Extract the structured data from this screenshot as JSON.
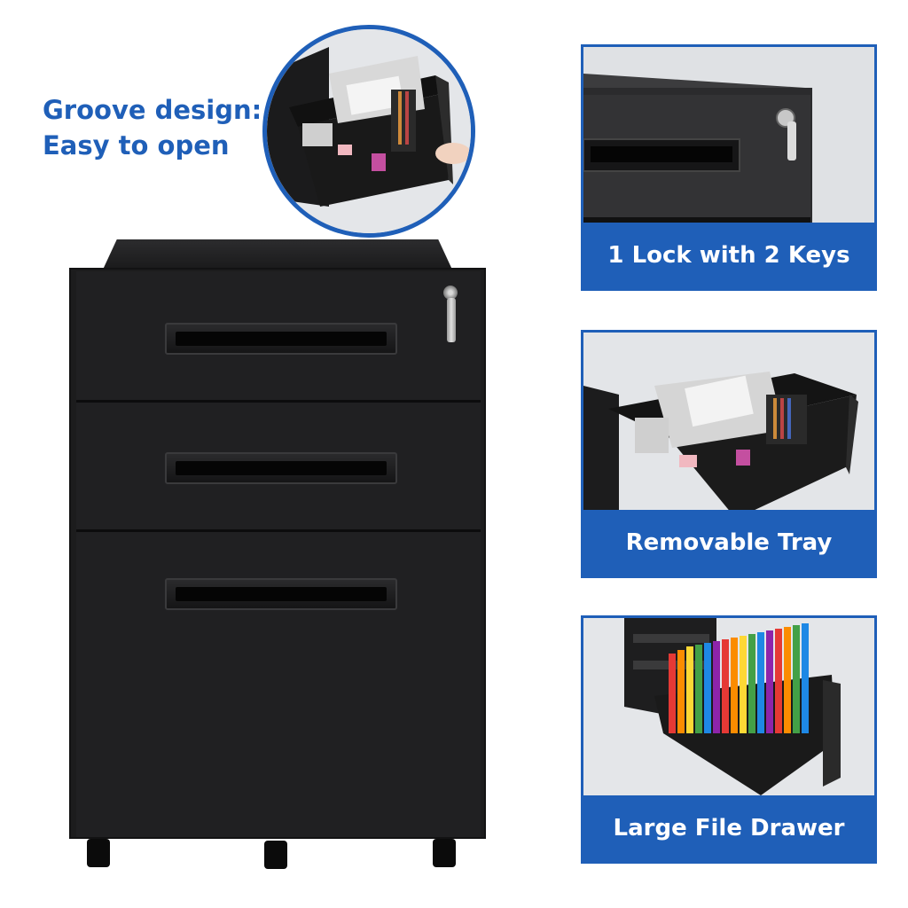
{
  "groove": {
    "line1": "Groove design:",
    "line2": "Easy to open"
  },
  "panels": [
    {
      "caption": "1 Lock with 2 Keys"
    },
    {
      "caption": "Removable Tray"
    },
    {
      "caption": "Large File Drawer"
    }
  ],
  "colors": {
    "accent": "#1f5fb8",
    "cabinet": "#1c1c1d"
  }
}
